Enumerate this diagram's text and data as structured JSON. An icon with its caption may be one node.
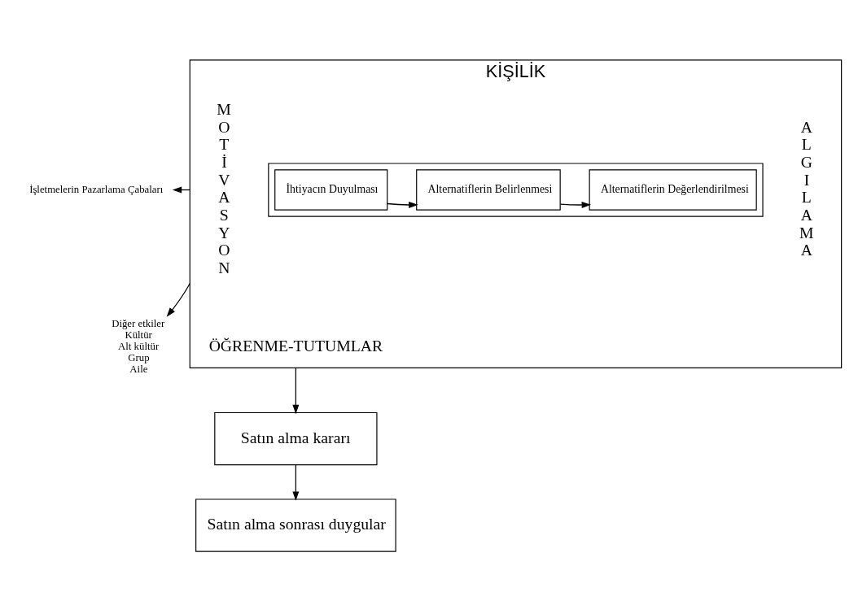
{
  "diagram": {
    "nodes": [
      {
        "text": [
          "KİŞİLİK",
          "MOTİVASYON",
          "ALGILAMA",
          "ÖĞRENME-TUTUMLAR"
        ]
      },
      {
        "text": [],
        "shape": "box",
        "in": 0
      },
      {
        "text": [
          "İhtiyacın Duyulması"
        ],
        "in": 1
      },
      {
        "text": [
          "Alternatiflerin Belirlenmesi"
        ],
        "in": 1
      },
      {
        "text": [
          "Alternatiflerin Değerlendirilmesi"
        ],
        "in": 1
      },
      {
        "text": [
          "İşletmelerin Pazarlama Çabaları"
        ]
      },
      {
        "text": [
          "Diğer etkiler",
          "Kültür",
          "Alt kültür",
          "Grup",
          "Aile"
        ]
      },
      {
        "text": [
          "Satın alma kararı"
        ]
      },
      {
        "text": [
          "Satın alma sonrası duygular"
        ]
      }
    ],
    "edges": [
      {
        "from": 0,
        "to": 5,
        "arrow": "to"
      },
      {
        "from": 0,
        "to": 6,
        "arrow": "to"
      },
      {
        "from": 2,
        "to": 3,
        "arrow": "to"
      },
      {
        "from": 3,
        "to": 4,
        "arrow": "to"
      },
      {
        "from": 0,
        "to": 7,
        "arrow": "to"
      },
      {
        "from": 7,
        "to": 8,
        "arrow": "to"
      }
    ]
  }
}
